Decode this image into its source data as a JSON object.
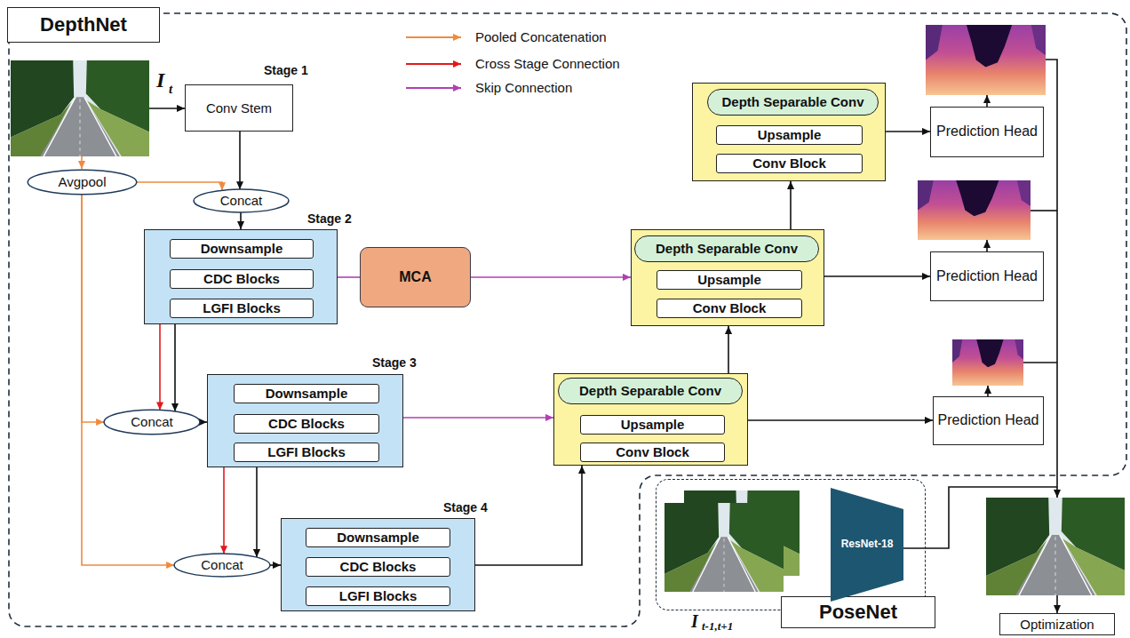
{
  "diagram": {
    "nodes": [
      {
        "text": [
          "DepthNet"
        ]
      },
      {
        "text": [
          "Stage 1",
          "Conv Stem"
        ],
        "in": 0
      },
      {
        "text": [
          "Avgpool"
        ],
        "in": 0
      },
      {
        "text": [
          "Concat"
        ],
        "in": 0
      },
      {
        "text": [
          "Stage 2"
        ],
        "in": 0
      },
      {
        "text": [
          "Downsample"
        ],
        "in": 4
      },
      {
        "text": [
          "CDC Blocks"
        ],
        "in": 4
      },
      {
        "text": [
          "LGFI Blocks"
        ],
        "in": 4
      },
      {
        "text": [
          "MCA"
        ],
        "in": 0
      },
      {
        "text": [
          "Concat"
        ],
        "in": 0
      },
      {
        "text": [
          "Stage 3"
        ],
        "in": 0
      },
      {
        "text": [
          "Downsample"
        ],
        "in": 10
      },
      {
        "text": [
          "CDC Blocks"
        ],
        "in": 10
      },
      {
        "text": [
          "LGFI Blocks"
        ],
        "in": 10
      },
      {
        "text": [
          "Concat"
        ],
        "in": 0
      },
      {
        "text": [
          "Stage 4"
        ],
        "in": 0
      },
      {
        "text": [
          "Downsample"
        ],
        "in": 15
      },
      {
        "text": [
          "CDC Blocks"
        ],
        "in": 15
      },
      {
        "text": [
          "LGFI Blocks"
        ],
        "in": 15
      },
      {
        "text": [
          "Depth Separable Conv"
        ],
        "in": 0
      },
      {
        "text": [
          "Upsample"
        ],
        "in": 19
      },
      {
        "text": [
          "Conv Block"
        ],
        "in": 19
      },
      {
        "text": [
          "Depth Separable Conv"
        ],
        "in": 0
      },
      {
        "text": [
          "Upsample"
        ],
        "in": 22
      },
      {
        "text": [
          "Conv Block"
        ],
        "in": 22
      },
      {
        "text": [
          "Depth Separable Conv"
        ],
        "in": 0
      },
      {
        "text": [
          "Upsample"
        ],
        "in": 25
      },
      {
        "text": [
          "Conv Block"
        ],
        "in": 25
      },
      {
        "text": [
          "Prediction Head"
        ],
        "in": 0
      },
      {
        "text": [
          "Prediction Head"
        ],
        "in": 0
      },
      {
        "text": [
          "Prediction Head"
        ],
        "in": 0
      },
      {
        "text": [
          "PoseNet"
        ]
      },
      {
        "text": [
          "ResNet-18"
        ],
        "in": 31
      },
      {
        "text": [
          "Optimization"
        ]
      }
    ],
    "edges": [
      {
        "from": 1,
        "to": 3,
        "arrow": "to"
      },
      {
        "from": 2,
        "to": 3,
        "arrow": "to"
      },
      {
        "from": 2,
        "to": 9,
        "arrow": "to"
      },
      {
        "from": 2,
        "to": 14,
        "arrow": "to"
      },
      {
        "from": 3,
        "to": 4,
        "arrow": "to"
      },
      {
        "from": 5,
        "to": 6,
        "arrow": "to"
      },
      {
        "from": 6,
        "to": 7,
        "arrow": "to"
      },
      {
        "from": 5,
        "to": 9,
        "arrow": "to"
      },
      {
        "from": 4,
        "to": 9,
        "arrow": "to"
      },
      {
        "from": 4,
        "to": 8,
        "arrow": "none"
      },
      {
        "from": 8,
        "to": 22,
        "arrow": "to"
      },
      {
        "from": 9,
        "to": 10,
        "arrow": "to"
      },
      {
        "from": 11,
        "to": 12,
        "arrow": "to"
      },
      {
        "from": 12,
        "to": 13,
        "arrow": "to"
      },
      {
        "from": 11,
        "to": 14,
        "arrow": "to"
      },
      {
        "from": 10,
        "to": 14,
        "arrow": "to"
      },
      {
        "from": 10,
        "to": 25,
        "arrow": "to"
      },
      {
        "from": 14,
        "to": 15,
        "arrow": "to"
      },
      {
        "from": 16,
        "to": 17,
        "arrow": "to"
      },
      {
        "from": 17,
        "to": 18,
        "arrow": "to"
      },
      {
        "from": 15,
        "to": 25,
        "arrow": "to"
      },
      {
        "from": 25,
        "to": 22,
        "arrow": "to"
      },
      {
        "from": 22,
        "to": 19,
        "arrow": "to"
      },
      {
        "from": 19,
        "to": 28,
        "arrow": "to"
      },
      {
        "from": 22,
        "to": 29,
        "arrow": "to"
      },
      {
        "from": 25,
        "to": 30,
        "arrow": "to"
      }
    ],
    "labels": [
      "I",
      "t",
      "I",
      "t-1,t+1"
    ],
    "legend": [
      {
        "text": "Pooled Concatenation"
      },
      {
        "text": "Cross Stage Connection"
      },
      {
        "text": "Skip Connection"
      }
    ]
  }
}
